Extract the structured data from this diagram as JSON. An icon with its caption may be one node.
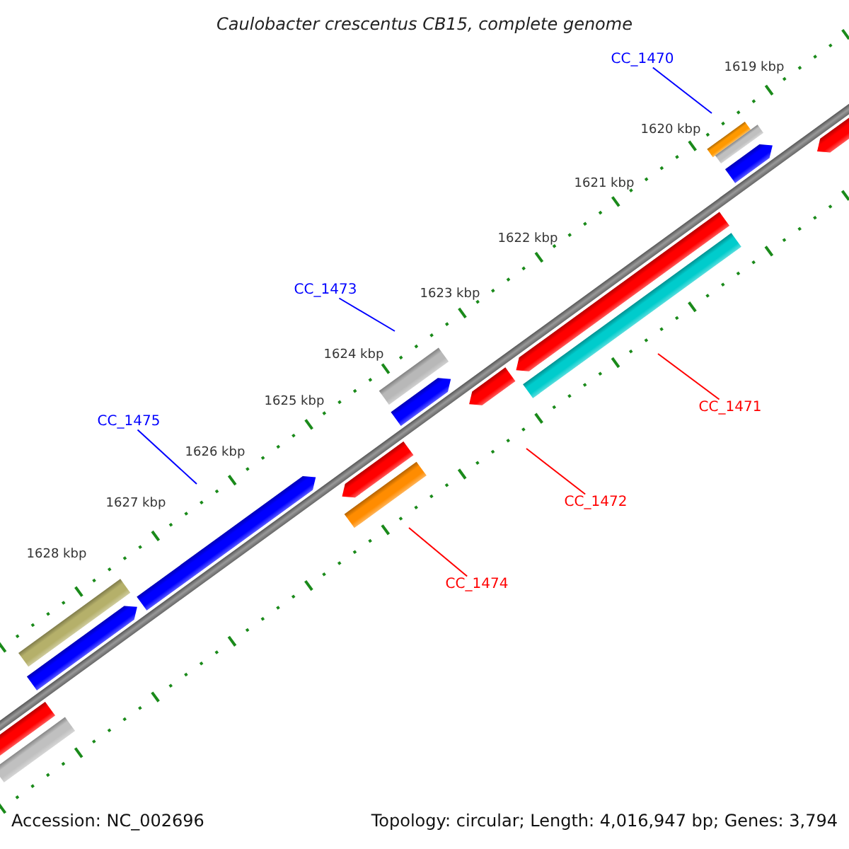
{
  "diagram": {
    "title": "Caulobacter crescentus CB15, complete genome",
    "nodes": [
      {
        "text": [
          "CC_1470"
        ]
      },
      {
        "text": [
          "CC_1473"
        ]
      },
      {
        "text": [
          "CC_1471"
        ]
      },
      {
        "text": [
          "CC_1475"
        ]
      },
      {
        "text": [
          "CC_1472"
        ]
      },
      {
        "text": [
          "CC_1474"
        ]
      }
    ],
    "edges": [
      {
        "from": 0,
        "to": null,
        "arrow": "none",
        "color": "#0000ff"
      },
      {
        "from": 1,
        "to": null,
        "arrow": "none",
        "color": "#0000ff"
      },
      {
        "from": 2,
        "to": null,
        "arrow": "none",
        "color": "#ff0000"
      },
      {
        "from": 3,
        "to": null,
        "arrow": "none",
        "color": "#0000ff"
      },
      {
        "from": 4,
        "to": null,
        "arrow": "none",
        "color": "#ff0000"
      },
      {
        "from": 5,
        "to": null,
        "arrow": "none",
        "color": "#ff0000"
      }
    ],
    "labels": [
      "1619 kbp",
      "1620 kbp",
      "1621 kbp",
      "1622 kbp",
      "1623 kbp",
      "1624 kbp",
      "1625 kbp",
      "1626 kbp",
      "1627 kbp",
      "1628 kbp",
      "Accession: NC_002696",
      "Topology: circular; Length: 4,016,947 bp; Genes: 3,794"
    ]
  }
}
